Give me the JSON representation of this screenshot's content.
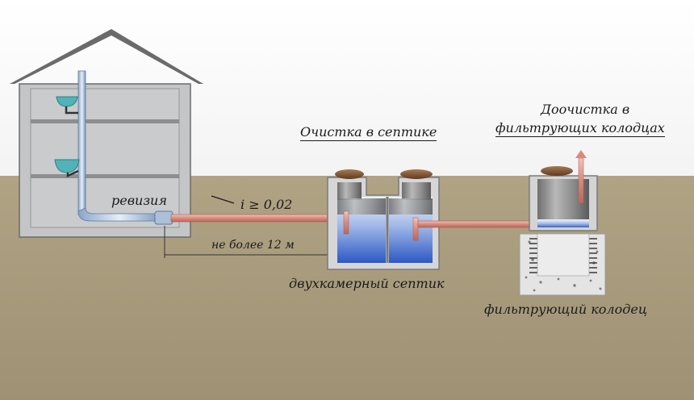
{
  "labels": {
    "revision": "ревизия",
    "slope": "i ≥ 0,02",
    "distance": "не более 12 м",
    "septic_treatment": "Очистка в септике",
    "post_treatment_line1": "Доочистка в",
    "post_treatment_line2": "фильтрующих колодцах",
    "two_chamber_septic": "двухкамерный септик",
    "filter_well": "фильтрующий колодец"
  },
  "colors": {
    "ground": "#a79a7c",
    "sky": "#ffffff",
    "house_wall": "#bfc1c2",
    "roof_line": "#5a5a5a",
    "pipe": "#d8897e",
    "water": "#2f5fc7",
    "concrete": "#c8c8c8",
    "lid": "#7a4f2f"
  }
}
